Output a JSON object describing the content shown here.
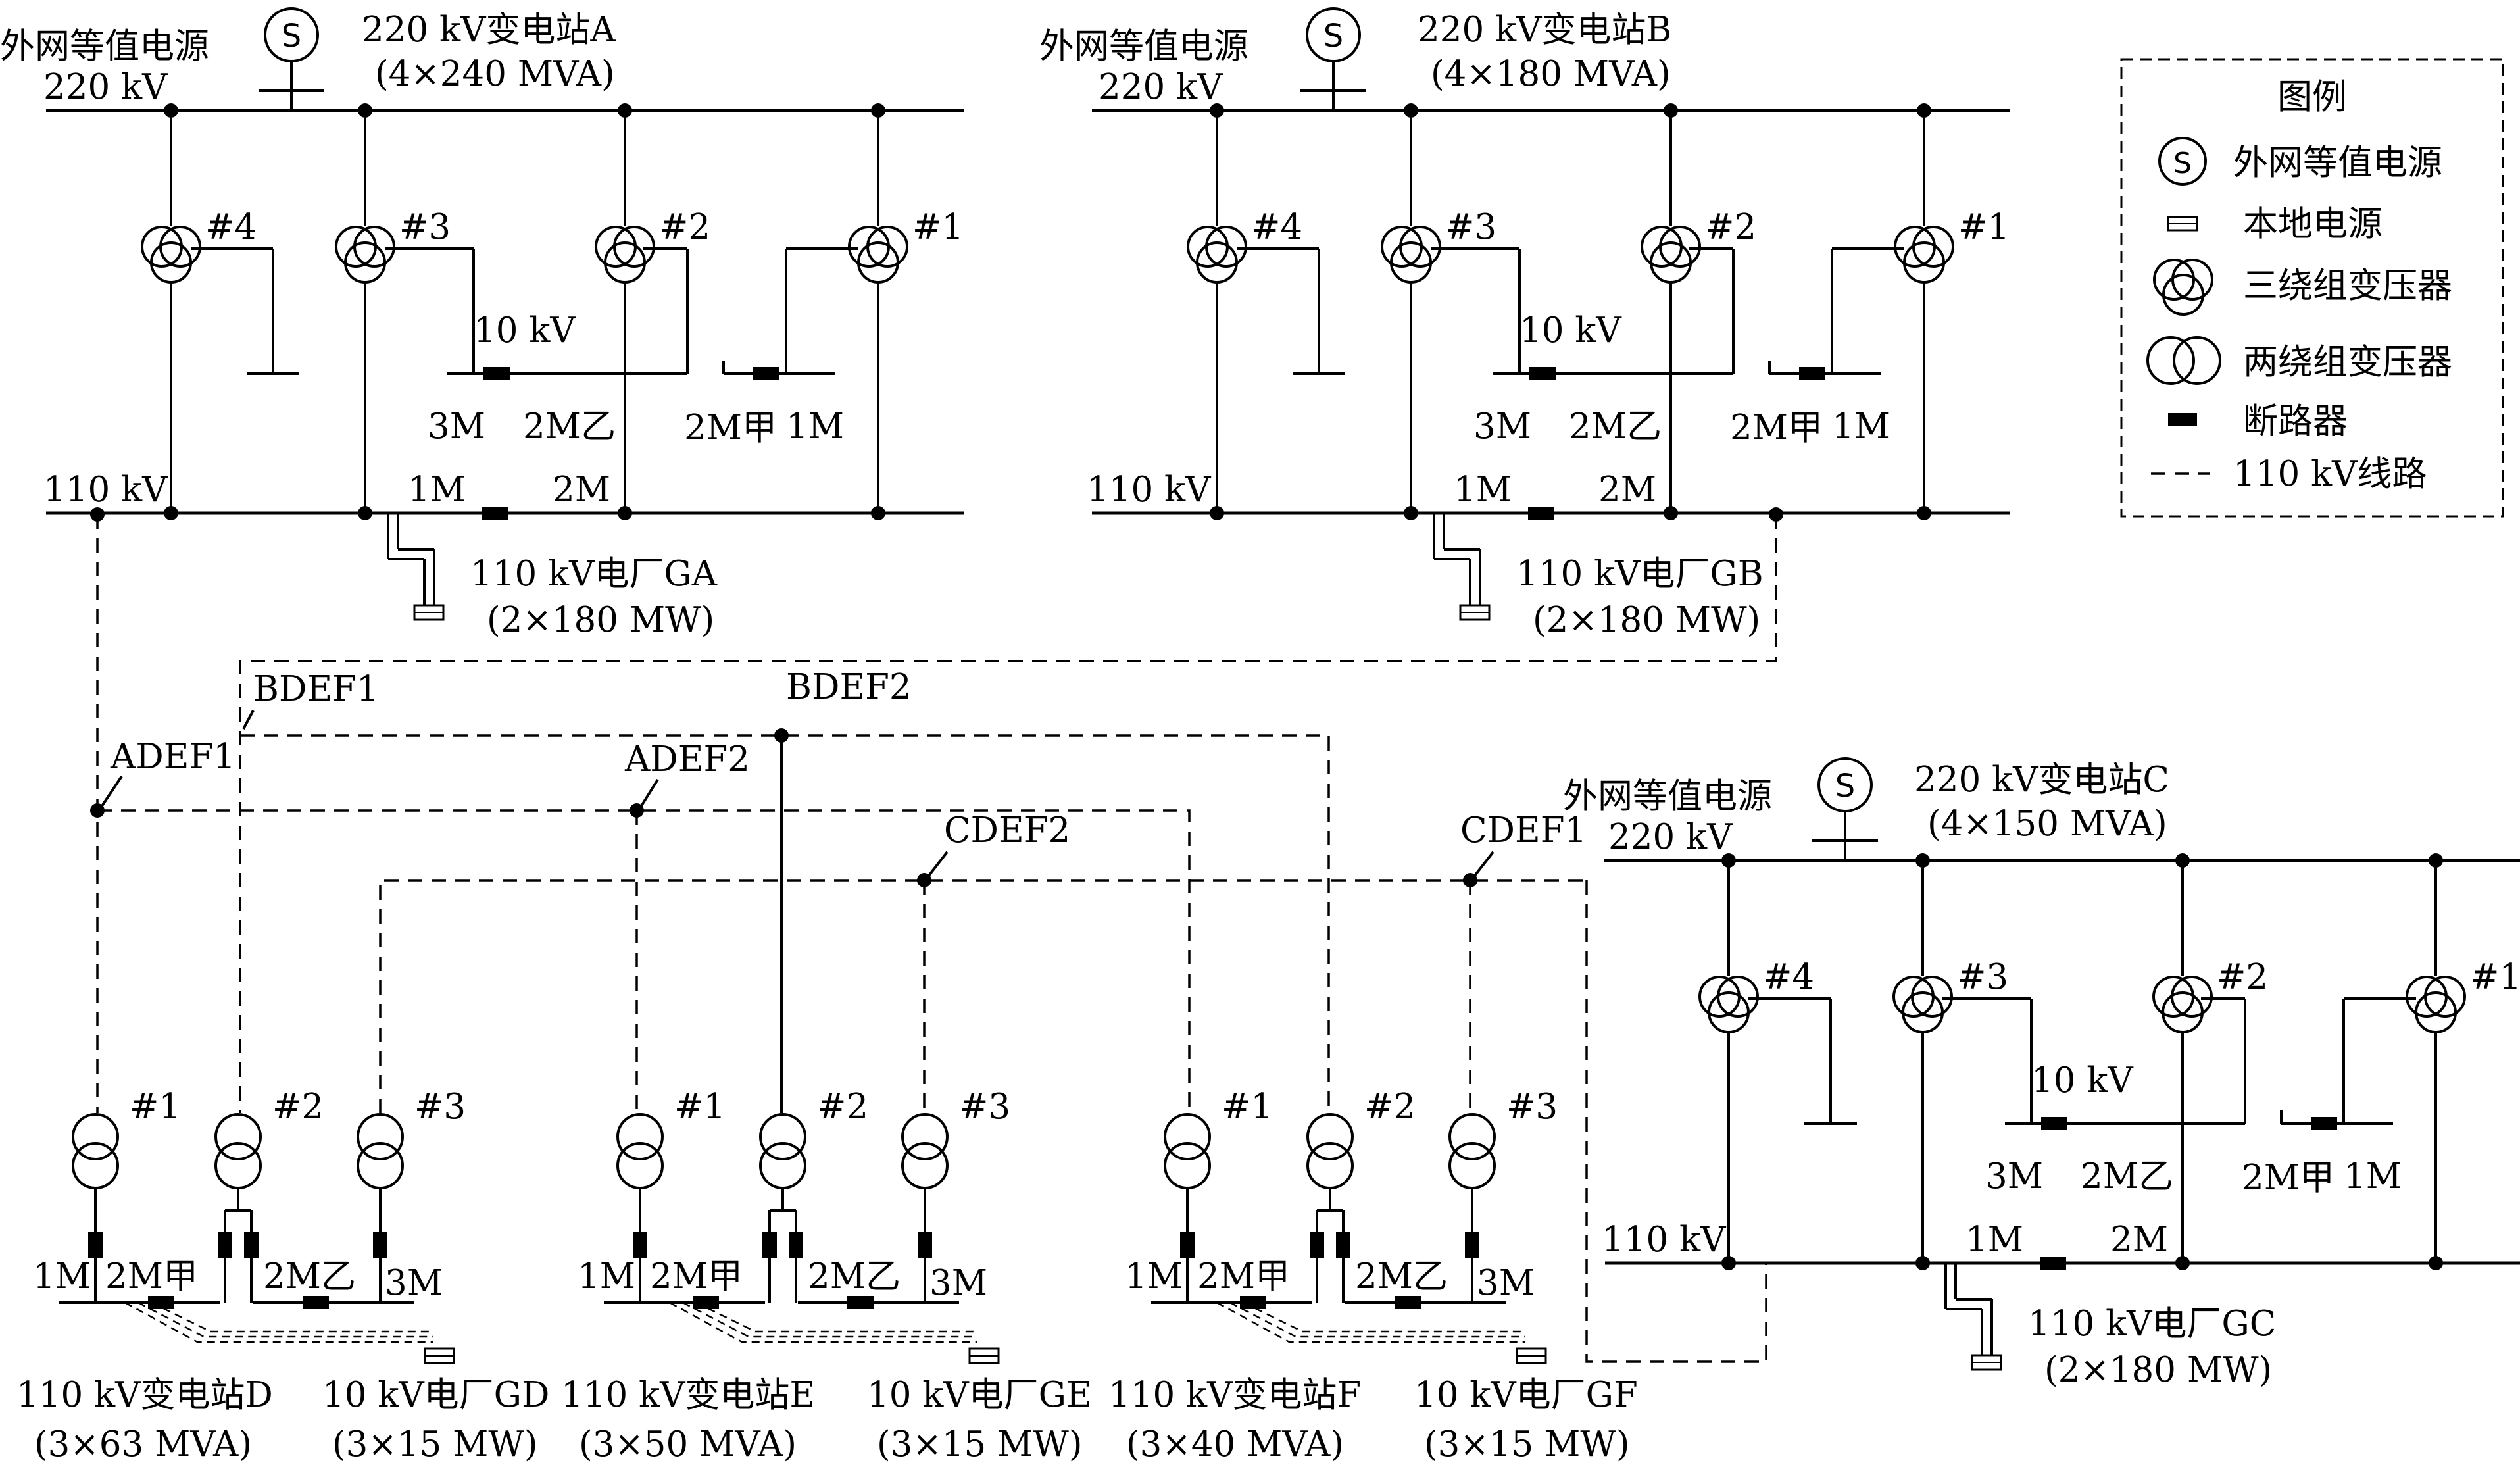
{
  "legend": {
    "title": "图例",
    "items": [
      "外网等值电源",
      "本地电源",
      "三绕组变压器",
      "两绕组变压器",
      "断路器",
      "110 kV线路"
    ],
    "source_symbol": "S"
  },
  "stations_220": [
    {
      "source_label": "外网等值电源",
      "source_symbol": "S",
      "name": "220 kV变电站A",
      "capacity": "(4×240 MVA)",
      "hv_bus": "220 kV",
      "mv_bus": "110 kV",
      "transformers": [
        "#4",
        "#3",
        "#2",
        "#1"
      ],
      "lv_bus": "10 kV",
      "lv_sections": [
        "3M",
        "2M乙",
        "2M甲",
        "1M"
      ],
      "mv_sections": [
        "1M",
        "2M"
      ],
      "plant_name": "110 kV电厂GA",
      "plant_capacity": "(2×180 MW)"
    },
    {
      "source_label": "外网等值电源",
      "source_symbol": "S",
      "name": "220 kV变电站B",
      "capacity": "(4×180 MVA)",
      "hv_bus": "220 kV",
      "mv_bus": "110 kV",
      "transformers": [
        "#4",
        "#3",
        "#2",
        "#1"
      ],
      "lv_bus": "10 kV",
      "lv_sections": [
        "3M",
        "2M乙",
        "2M甲",
        "1M"
      ],
      "mv_sections": [
        "1M",
        "2M"
      ],
      "plant_name": "110 kV电厂GB",
      "plant_capacity": "(2×180 MW)"
    },
    {
      "source_label": "外网等值电源",
      "source_symbol": "S",
      "name": "220 kV变电站C",
      "capacity": "(4×150 MVA)",
      "hv_bus": "220 kV",
      "mv_bus": "110 kV",
      "transformers": [
        "#4",
        "#3",
        "#2",
        "#1"
      ],
      "lv_bus": "10 kV",
      "lv_sections": [
        "3M",
        "2M乙",
        "2M甲",
        "1M"
      ],
      "mv_sections": [
        "1M",
        "2M"
      ],
      "plant_name": "110 kV电厂GC",
      "plant_capacity": "(2×180 MW)"
    }
  ],
  "stations_110": [
    {
      "name": "110 kV变电站D",
      "capacity": "(3×63 MVA)",
      "transformers": [
        "#1",
        "#2",
        "#3"
      ],
      "sections": [
        "1M",
        "2M甲",
        "2M乙",
        "3M"
      ],
      "plant_name": "10 kV电厂GD",
      "plant_capacity": "(3×15 MW)"
    },
    {
      "name": "110 kV变电站E",
      "capacity": "(3×50 MVA)",
      "transformers": [
        "#1",
        "#2",
        "#3"
      ],
      "sections": [
        "1M",
        "2M甲",
        "2M乙",
        "3M"
      ],
      "plant_name": "10 kV电厂GE",
      "plant_capacity": "(3×15 MW)"
    },
    {
      "name": "110 kV变电站F",
      "capacity": "(3×40 MVA)",
      "transformers": [
        "#1",
        "#2",
        "#3"
      ],
      "sections": [
        "1M",
        "2M甲",
        "2M乙",
        "3M"
      ],
      "plant_name": "10 kV电厂GF",
      "plant_capacity": "(3×15 MW)"
    }
  ],
  "lines": [
    "BDEF1",
    "BDEF2",
    "ADEF1",
    "ADEF2",
    "CDEF2",
    "CDEF1"
  ]
}
